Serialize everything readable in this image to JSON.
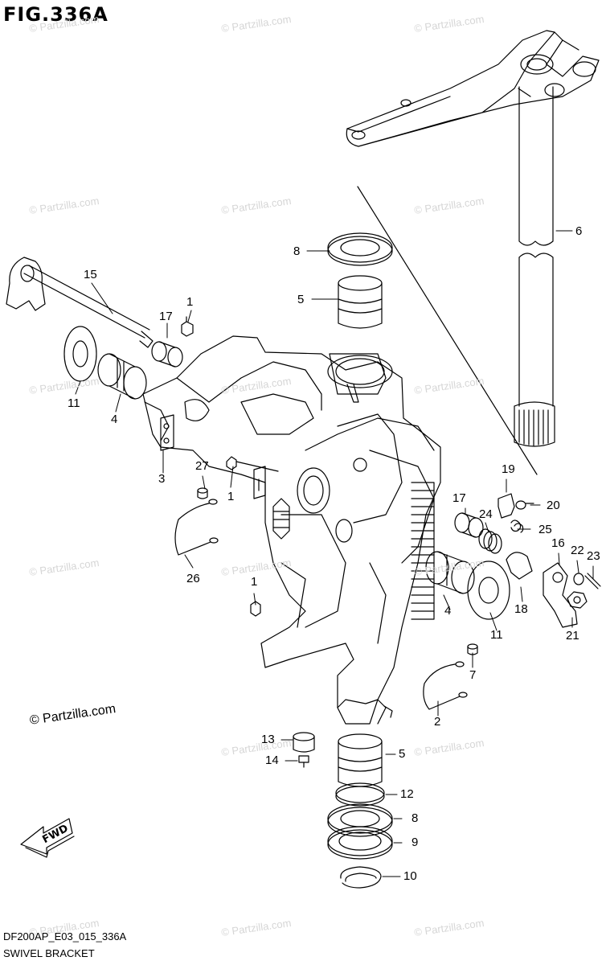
{
  "title": "FIG.336A",
  "diagram_code": "DF200AP_E03_015_336A",
  "caption": "SWIVEL BRACKET",
  "copyright": "© Partzilla.com",
  "watermark": "© Partzilla.com",
  "fwd_label": "FWD",
  "callouts": {
    "c6": "6",
    "c8a": "8",
    "c5a": "5",
    "c15": "15",
    "c17a": "17",
    "c1a": "1",
    "c11a": "11",
    "c4a": "4",
    "c3": "3",
    "c27": "27",
    "c1b": "1",
    "c26": "26",
    "c1c": "1",
    "c19": "19",
    "c20": "20",
    "c17b": "17",
    "c24": "24",
    "c25": "25",
    "c16": "16",
    "c22": "22",
    "c23": "23",
    "c18": "18",
    "c21": "21",
    "c4b": "4",
    "c11b": "11",
    "c7": "7",
    "c2": "2",
    "c13": "13",
    "c14": "14",
    "c5b": "5",
    "c12": "12",
    "c8b": "8",
    "c9": "9",
    "c10": "10"
  }
}
